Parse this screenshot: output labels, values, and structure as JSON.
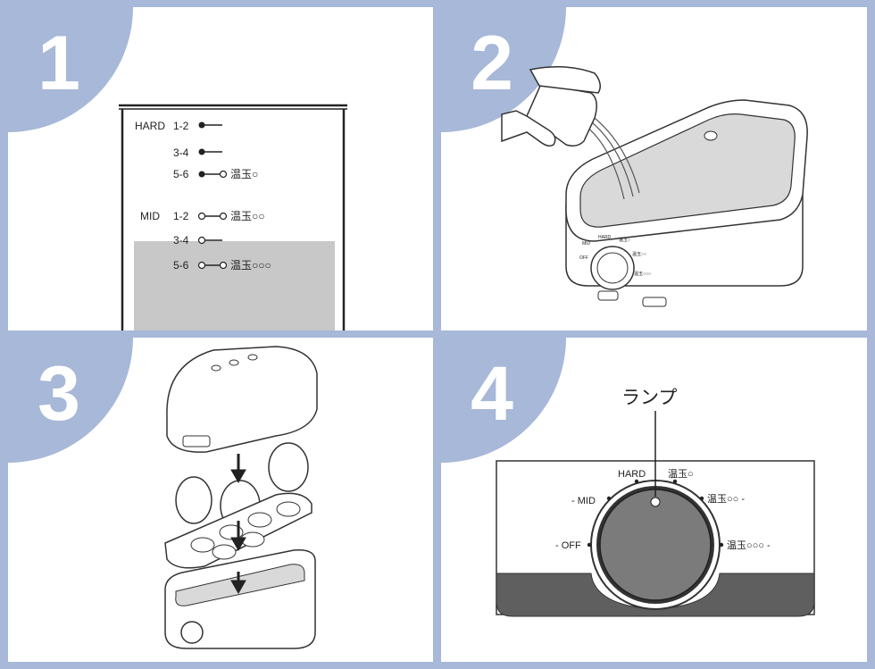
{
  "steps": [
    {
      "number": "1"
    },
    {
      "number": "2"
    },
    {
      "number": "3"
    },
    {
      "number": "4"
    }
  ],
  "cup": {
    "hard": "HARD",
    "mid": "MID",
    "r1": "1-2",
    "r2": "3-4",
    "r3": "5-6",
    "onsen1": "温玉○",
    "onsen2": "温玉○○",
    "onsen3": "温玉○○○"
  },
  "cooker_small_labels": {
    "hard": "HARD",
    "onsen1": "温玉○",
    "mid": "MID",
    "onsen2": "温玉○○",
    "off": "OFF",
    "onsen3": "温玉○○○"
  },
  "dial": {
    "lamp": "ランプ",
    "hard": "HARD",
    "mid": "- MID",
    "off": "- OFF",
    "onsen1": "温玉○",
    "onsen2": "温玉○○ -",
    "onsen3": "温玉○○○ -"
  }
}
